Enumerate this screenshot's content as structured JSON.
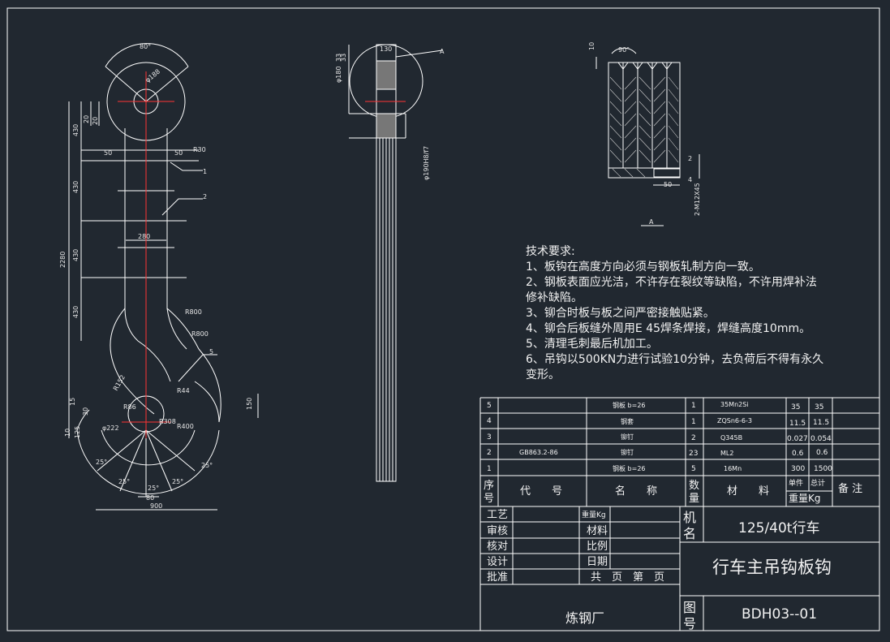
{
  "colors": {
    "background": "#212830",
    "lines": "#ffffff",
    "centerline": "#ff3333",
    "hatch": "#cfcfcf"
  },
  "front_view": {
    "dims": {
      "angle_top": "80°",
      "dia_eye": "φ188",
      "h_430_a": "430",
      "h_20_a": "20",
      "h_20_b": "20",
      "w_50_left": "50",
      "w_50_right": "50",
      "r30": "R30",
      "h_430_b": "430",
      "h_2280": "2280",
      "w_280": "280",
      "h_430_c": "430",
      "h_430_d": "430",
      "r800_a": "R800",
      "r800_b": "R800",
      "r152": "R152",
      "r86": "R86",
      "d222": "φ222",
      "r308": "R308",
      "r400": "R400",
      "r44": "R44",
      "h_150": "150",
      "h_15": "15",
      "h_30": "30",
      "h_10": "10",
      "h_125": "125",
      "ang_25_a": "25°",
      "ang_25_b": "25°",
      "ang_25_c": "25°",
      "ang_25_d": "25°",
      "ang_25_e": "25°",
      "w_80": "80",
      "w_900": "900"
    },
    "balloons": [
      "1",
      "2",
      "5"
    ]
  },
  "side_view": {
    "dims": {
      "w_130": "130",
      "small_a": "33",
      "small_b": "33",
      "dia_180": "φ180",
      "fit_190": "φ190H8/f7",
      "section_mark": "A"
    }
  },
  "section_view": {
    "dims": {
      "h_10": "10",
      "ang_90": "90°",
      "w_50": "50",
      "h_2": "2",
      "h_4": "4",
      "rivet": "2-M12X45",
      "label": "A"
    }
  },
  "tech_notes": {
    "title": "技术要求:",
    "lines": [
      "1、板钩在高度方向必须与钢板轧制方向一致。",
      "2、钢板表面应光洁，不许存在裂纹等缺陷，不许用焊补法",
      "修补缺陷。",
      "3、铆合时板与板之间严密接触贴紧。",
      "4、铆合后板缝外周用E 45焊条焊接，焊缝高度10mm。",
      "5、清理毛刺最后机加工。",
      "6、吊钩以500KN力进行试验10分钟，去负荷后不得有永久",
      "变形。"
    ]
  },
  "parts_list": {
    "rows": [
      {
        "no": "5",
        "code": "",
        "name": "钢板 b=26",
        "qty": "1",
        "material": "35Mn2Si",
        "unit": "35",
        "total": "35",
        "remark": ""
      },
      {
        "no": "4",
        "code": "",
        "name": "钢套",
        "qty": "1",
        "material": "ZQSn6-6-3",
        "unit": "11.5",
        "total": "11.5",
        "remark": ""
      },
      {
        "no": "3",
        "code": "",
        "name": "铆钉",
        "qty": "2",
        "material": "Q345B",
        "unit": "0.027",
        "total": "0.054",
        "remark": ""
      },
      {
        "no": "2",
        "code": "GB863.2-86",
        "name": "铆钉",
        "qty": "23",
        "material": "ML2",
        "unit": "0.6",
        "total": "0.6",
        "remark": ""
      },
      {
        "no": "1",
        "code": "",
        "name": "钢板 b=26",
        "qty": "5",
        "material": "16Mn",
        "unit": "300",
        "total": "1500",
        "remark": ""
      }
    ],
    "header": {
      "no_1": "序",
      "no_2": "号",
      "code": "代　　号",
      "name": "名　　称",
      "qty_1": "数",
      "qty_2": "量",
      "material": "材　　料",
      "unit": "单件",
      "total": "总计",
      "weight": "重量Kg",
      "remark": "备 注"
    }
  },
  "title_block": {
    "craft": "工艺",
    "review": "审核",
    "check": "核对",
    "design": "设计",
    "approve": "批准",
    "weight": "重量Kg",
    "material": "材料",
    "scale": "比例",
    "date": "日期",
    "pages": "共　页　第　页",
    "machine_1": "机",
    "machine_2": "名",
    "machine_value": "125/40t行车",
    "drawing_title": "行车主吊钩板钩",
    "company": "炼钢厂",
    "dwg_1": "图",
    "dwg_2": "号",
    "dwg_value": "BDH03--01"
  }
}
